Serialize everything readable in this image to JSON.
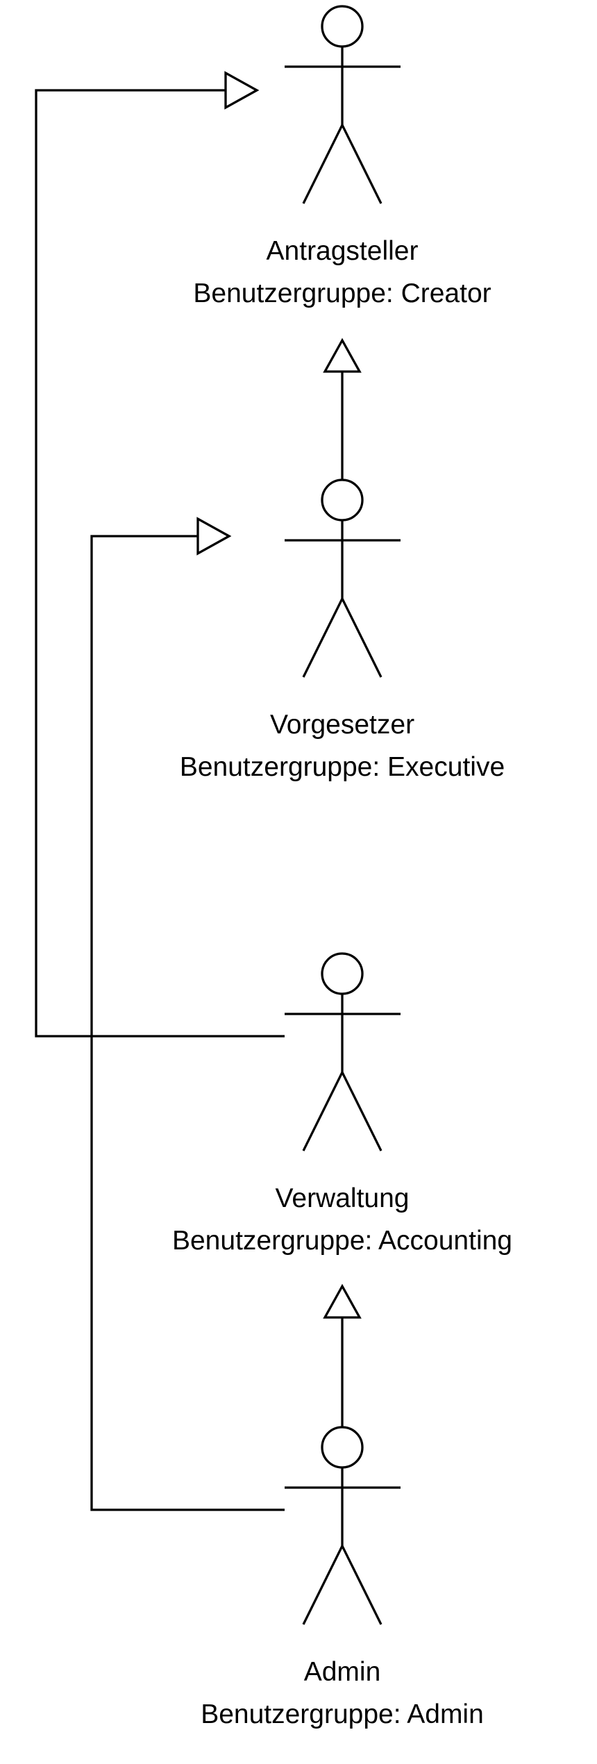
{
  "diagram": {
    "type": "uml-use-case-actor-generalization",
    "actors": [
      {
        "id": "antragsteller",
        "name": "Antragsteller",
        "group": "Benutzergruppe: Creator"
      },
      {
        "id": "vorgesetzer",
        "name": "Vorgesetzer",
        "group": "Benutzergruppe: Executive"
      },
      {
        "id": "verwaltung",
        "name": "Verwaltung",
        "group": "Benutzergruppe: Accounting"
      },
      {
        "id": "admin",
        "name": "Admin",
        "group": "Benutzergruppe: Admin"
      }
    ],
    "generalizations": [
      {
        "from": "vorgesetzer",
        "to": "antragsteller"
      },
      {
        "from": "verwaltung",
        "to": "antragsteller"
      },
      {
        "from": "admin",
        "to": "verwaltung"
      },
      {
        "from": "admin",
        "to": "vorgesetzer"
      }
    ],
    "colors": {
      "line": "#000000",
      "background": "#ffffff"
    }
  }
}
